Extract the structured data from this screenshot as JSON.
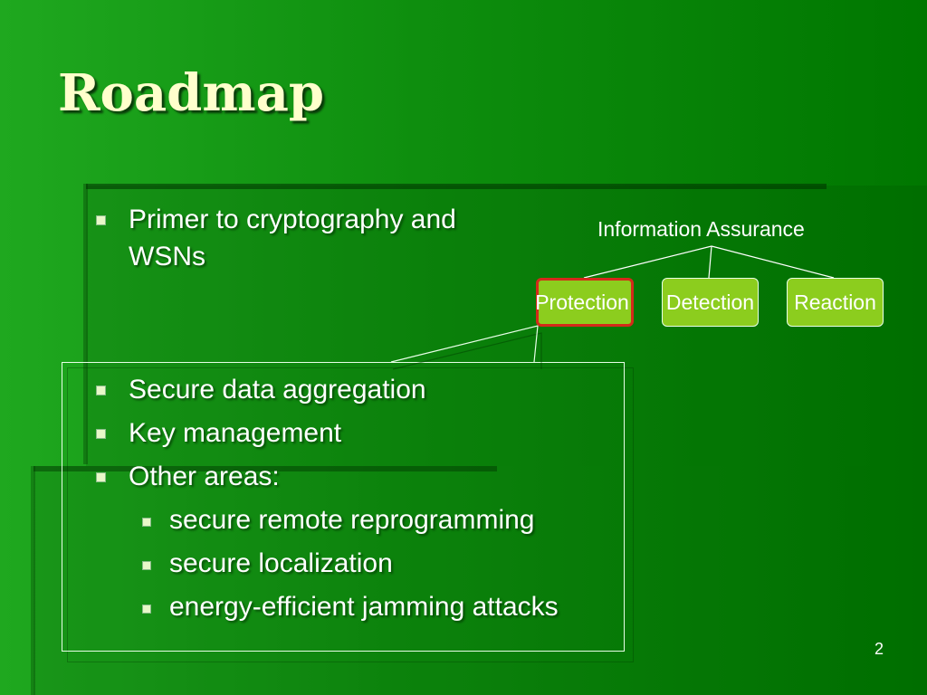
{
  "slide": {
    "title": "Roadmap",
    "top_bullets": [
      "Primer to cryptography and WSNs"
    ],
    "main_bullets": [
      {
        "text": "Secure data aggregation",
        "level": 1
      },
      {
        "text": "Key management",
        "level": 1
      },
      {
        "text": "Other areas:",
        "level": 1
      },
      {
        "text": "secure remote reprogramming",
        "level": 2
      },
      {
        "text": "secure localization",
        "level": 2
      },
      {
        "text": "energy-efficient jamming attacks",
        "level": 2
      }
    ],
    "diagram": {
      "root": "Information Assurance",
      "nodes": [
        "Protection",
        "Detection",
        "Reaction"
      ],
      "selected": "Protection",
      "selected_border_color": "#d42a1a",
      "node_fill": "#8ccd1e"
    },
    "page_number": "2"
  },
  "colors": {
    "title": "#ffffcc",
    "background": "#0e8e0e",
    "text": "#ffffff"
  }
}
